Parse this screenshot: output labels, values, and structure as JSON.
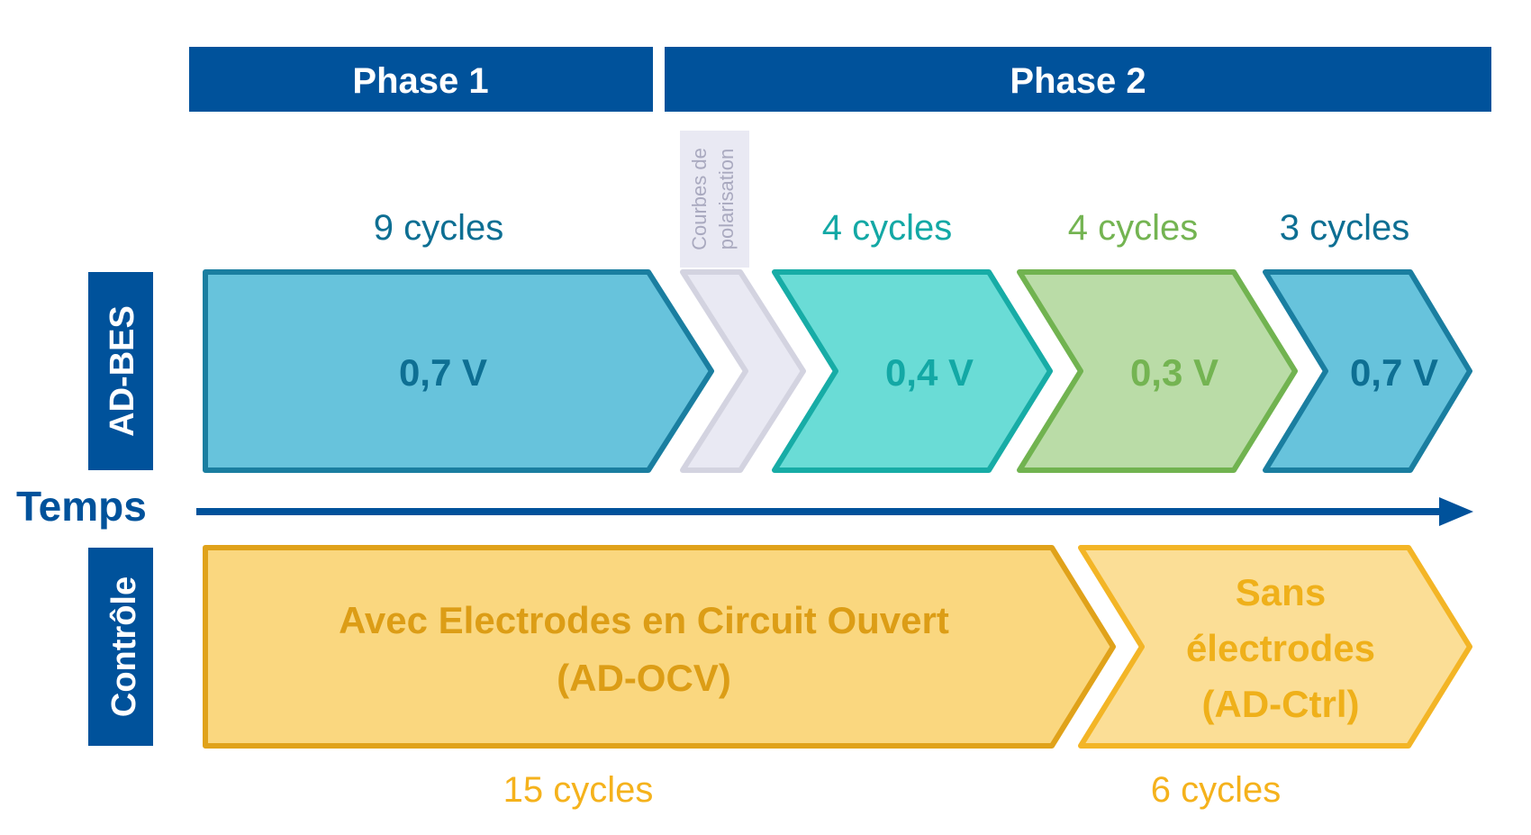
{
  "header": {
    "phase1": "Phase 1",
    "phase2": "Phase 2"
  },
  "side_labels": {
    "adbes": "AD-BES",
    "temps": "Temps",
    "controle": "Contrôle"
  },
  "polarisation": {
    "line1": "Courbes de",
    "line2": "polarisation"
  },
  "adbes_steps": [
    {
      "cycles": "9 cycles",
      "voltage": "0,7 V"
    },
    {
      "cycles": "4 cycles",
      "voltage": "0,4 V"
    },
    {
      "cycles": "4 cycles",
      "voltage": "0,3 V"
    },
    {
      "cycles": "3 cycles",
      "voltage": "0,7 V"
    }
  ],
  "control_steps": [
    {
      "line1": "Avec Electrodes  en Circuit Ouvert",
      "line2": "(AD-OCV)",
      "cycles": "15 cycles"
    },
    {
      "line1": "Sans",
      "line2": "électrodes",
      "line3": "(AD-Ctrl)",
      "cycles": "6 cycles"
    }
  ],
  "colors": {
    "header_blue": "#00529b",
    "step1_fill": "#67c3dc",
    "step1_stroke": "#1a7ea0",
    "step1_text": "#0e6f93",
    "step2_fill": "#6adcd6",
    "step2_stroke": "#17aca6",
    "step2_text": "#13a8a5",
    "step3_fill": "#badca7",
    "step3_stroke": "#71b350",
    "step3_text": "#74b452",
    "step4_fill": "#67c3dc",
    "step4_stroke": "#1a7ea0",
    "step4_text": "#0e6f93",
    "polar_fill": "#e9e9f3",
    "polar_stroke": "#d3d3e0",
    "polar_text": "#a9a9bf",
    "ctrl1_fill": "#fad77f",
    "ctrl1_stroke": "#e0a21a",
    "ctrl1_text": "#dc9d16",
    "ctrl2_fill": "#fbde96",
    "ctrl2_stroke": "#f3b526",
    "ctrl2_text": "#efb01a",
    "ctrl_cycles_text": "#f5b21c"
  }
}
